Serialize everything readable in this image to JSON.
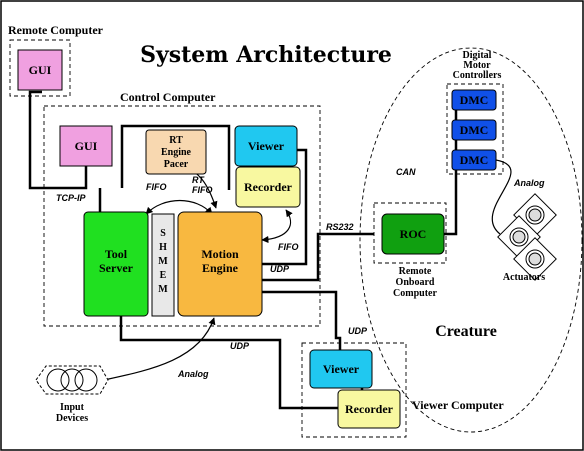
{
  "title": "System Architecture",
  "groups": {
    "remote_computer": "Remote Computer",
    "control_computer": "Control Computer",
    "digital_motor_controllers": [
      "Digital",
      "Motor",
      "Controllers"
    ],
    "remote_onboard_computer": [
      "Remote",
      "Onboard",
      "Computer"
    ],
    "viewer_computer": "Viewer Computer",
    "creature": "Creature"
  },
  "boxes": {
    "gui_remote": "GUI",
    "gui_control": "GUI",
    "rt_engine_pacer": [
      "RT",
      "Engine",
      "Pacer"
    ],
    "viewer_control": "Viewer",
    "recorder_control": "Recorder",
    "tool_server": [
      "Tool",
      "Server"
    ],
    "shmem": [
      "S",
      "H",
      "M",
      "E",
      "M"
    ],
    "motion_engine": [
      "Motion",
      "Engine"
    ],
    "roc": "ROC",
    "dmc": [
      "DMC",
      "DMC",
      "DMC"
    ],
    "viewer_remote": "Viewer",
    "recorder_remote": "Recorder"
  },
  "connections": {
    "tcp_ip": "TCP-IP",
    "fifo_top": "FIFO",
    "rt_fifo": [
      "RT",
      "FIFO"
    ],
    "fifo_recorder": "FIFO",
    "udp_control": "UDP",
    "rs232": "RS232",
    "can": "CAN",
    "analog_actuators": "Analog",
    "udp_viewer": "UDP",
    "udp_bottom": "UDP",
    "analog_input": "Analog"
  },
  "peripherals": {
    "actuators": "Actuators",
    "input_devices": [
      "Input",
      "Devices"
    ]
  },
  "colors": {
    "gui": "#f0a0e0",
    "rt_pacer": "#f8d8b0",
    "viewer": "#20c8f0",
    "recorder": "#f8f8a0",
    "tool_server": "#20e020",
    "shmem": "#e8e8e8",
    "motion_engine": "#f8b840",
    "roc": "#10a010",
    "dmc": "#1050e8"
  }
}
